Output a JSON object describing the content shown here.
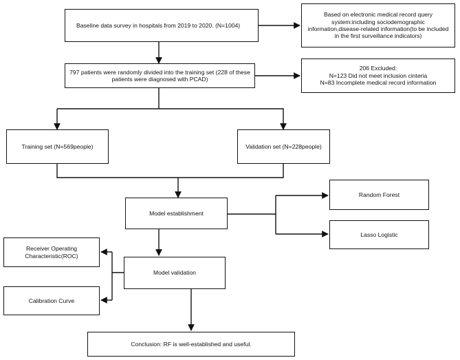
{
  "nodes": {
    "baseline": "Baseline data survey in hospitals from 2019 to 2020. (N=1004)",
    "ehr_query": "Based on electronic medical record query system:including sociodemographic information,disease-related information(to be included in the first surveillance indicators)",
    "random_split": "797 patients were randomly divided into the training set  (228 of these patients were diagnosed with PCAD)",
    "excluded": [
      "206 Excluded:",
      "N=123 Did not meet inclusion cinteria",
      "N=83 Incomplete medical record information"
    ],
    "training_set": "Training set (N=569people)",
    "validation_set": "Validation set (N=228people)",
    "model_establishment": "Model establishment",
    "random_forest": "Random Forest",
    "lasso_logistic": "Lasso Logistic",
    "roc": "Receiver Operating Characteristic(ROC)",
    "model_validation": "Model validation",
    "calibration_curve": "Calibration Curve",
    "conclusion": "Conclusion: RF is well-established and useful."
  },
  "line_color": "#111111"
}
